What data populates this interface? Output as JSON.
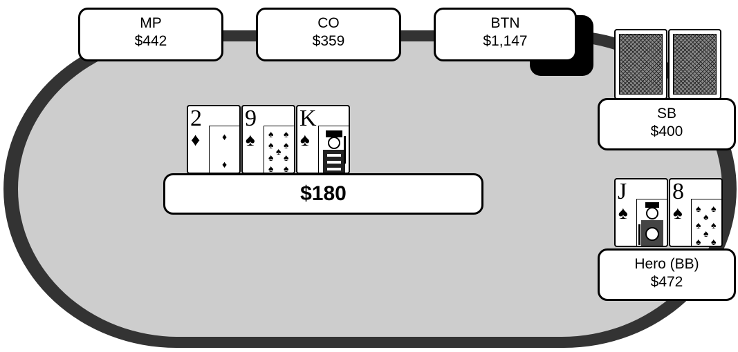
{
  "colors": {
    "felt": "#cdcdcd",
    "rail": "#333333",
    "background": "#ffffff"
  },
  "seats": {
    "mp": {
      "position": "MP",
      "stack": "$442"
    },
    "co": {
      "position": "CO",
      "stack": "$359"
    },
    "btn": {
      "position": "BTN",
      "stack": "$1,147"
    },
    "sb": {
      "position": "SB",
      "stack": "$400"
    },
    "hero": {
      "position": "Hero (BB)",
      "stack": "$472"
    }
  },
  "pot": {
    "amount": "$180"
  },
  "board": [
    {
      "rank": "2",
      "suit": "♦",
      "suit_name": "diamonds-icon"
    },
    {
      "rank": "9",
      "suit": "♠",
      "suit_name": "spades-icon"
    },
    {
      "rank": "K",
      "suit": "♠",
      "suit_name": "spades-icon"
    }
  ],
  "hero_cards": [
    {
      "rank": "J",
      "suit": "♠",
      "suit_name": "spades-icon"
    },
    {
      "rank": "8",
      "suit": "♠",
      "suit_name": "spades-icon"
    }
  ],
  "sb_cards": {
    "face_down": 2
  }
}
